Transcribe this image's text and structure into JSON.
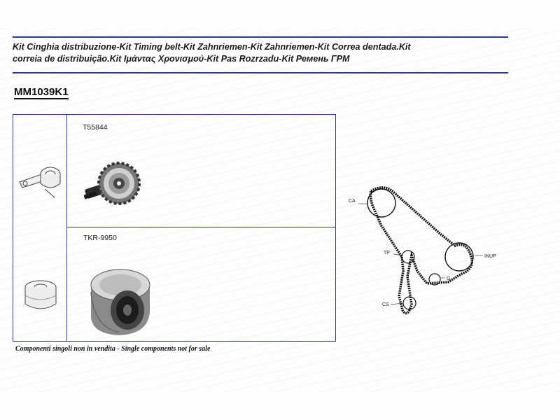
{
  "header": {
    "title_line1": "Kit Cinghia distribuzione-Kit Timing belt-Kit Zahnriemen-Kit Zahnriemen-Kit Correa dentada.Kit",
    "title_line2": "correia de distribuição.Kit Ιμάντας Χρονισμού-Kit Pas Rozrzadu-Kit Ремень ГРМ"
  },
  "kit_code": "MM1039K1",
  "parts": [
    {
      "code": "T55844",
      "icon": "tensioner-pulley-icon"
    },
    {
      "code": "TKR-9950",
      "icon": "idler-pulley-icon"
    }
  ],
  "diagram": {
    "labels": {
      "ca": "CA",
      "tp": "TP",
      "inup": "INUP",
      "g": "G",
      "cs": "CS"
    }
  },
  "footnote": "Componenti singoli non in vendita - Single components not for sale",
  "colors": {
    "rule": "#2b3a8a",
    "text": "#111111"
  }
}
